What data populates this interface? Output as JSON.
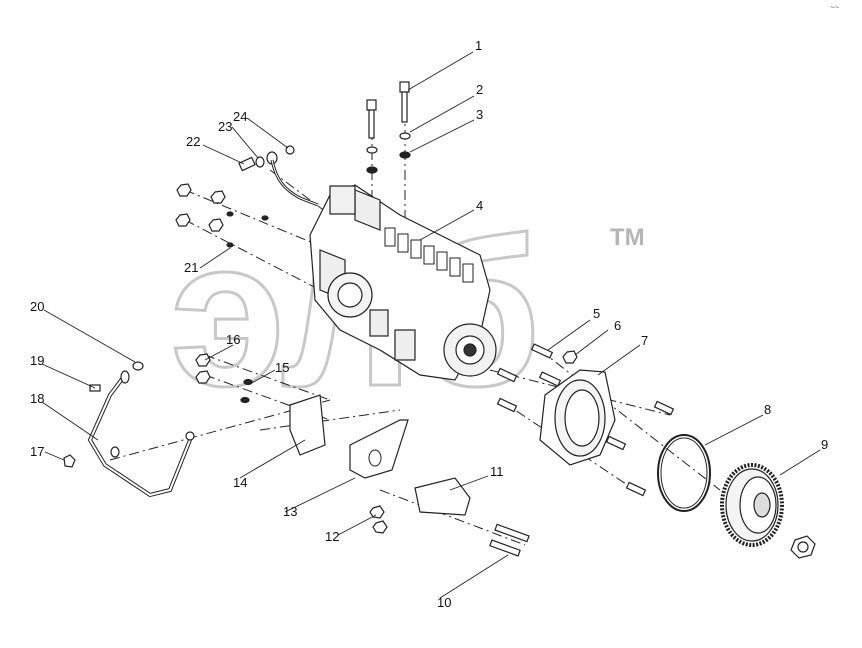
{
  "watermark": {
    "text": "элб",
    "mark": "TM"
  },
  "corner_mark": "~~",
  "callouts": [
    {
      "num": "1"
    },
    {
      "num": "2"
    },
    {
      "num": "3"
    },
    {
      "num": "4"
    },
    {
      "num": "5"
    },
    {
      "num": "6"
    },
    {
      "num": "7"
    },
    {
      "num": "8"
    },
    {
      "num": "9"
    },
    {
      "num": "10"
    },
    {
      "num": "11"
    },
    {
      "num": "12"
    },
    {
      "num": "13"
    },
    {
      "num": "14"
    },
    {
      "num": "15"
    },
    {
      "num": "16"
    },
    {
      "num": "17"
    },
    {
      "num": "18"
    },
    {
      "num": "19"
    },
    {
      "num": "20"
    },
    {
      "num": "21"
    },
    {
      "num": "22"
    },
    {
      "num": "23"
    },
    {
      "num": "24"
    }
  ]
}
